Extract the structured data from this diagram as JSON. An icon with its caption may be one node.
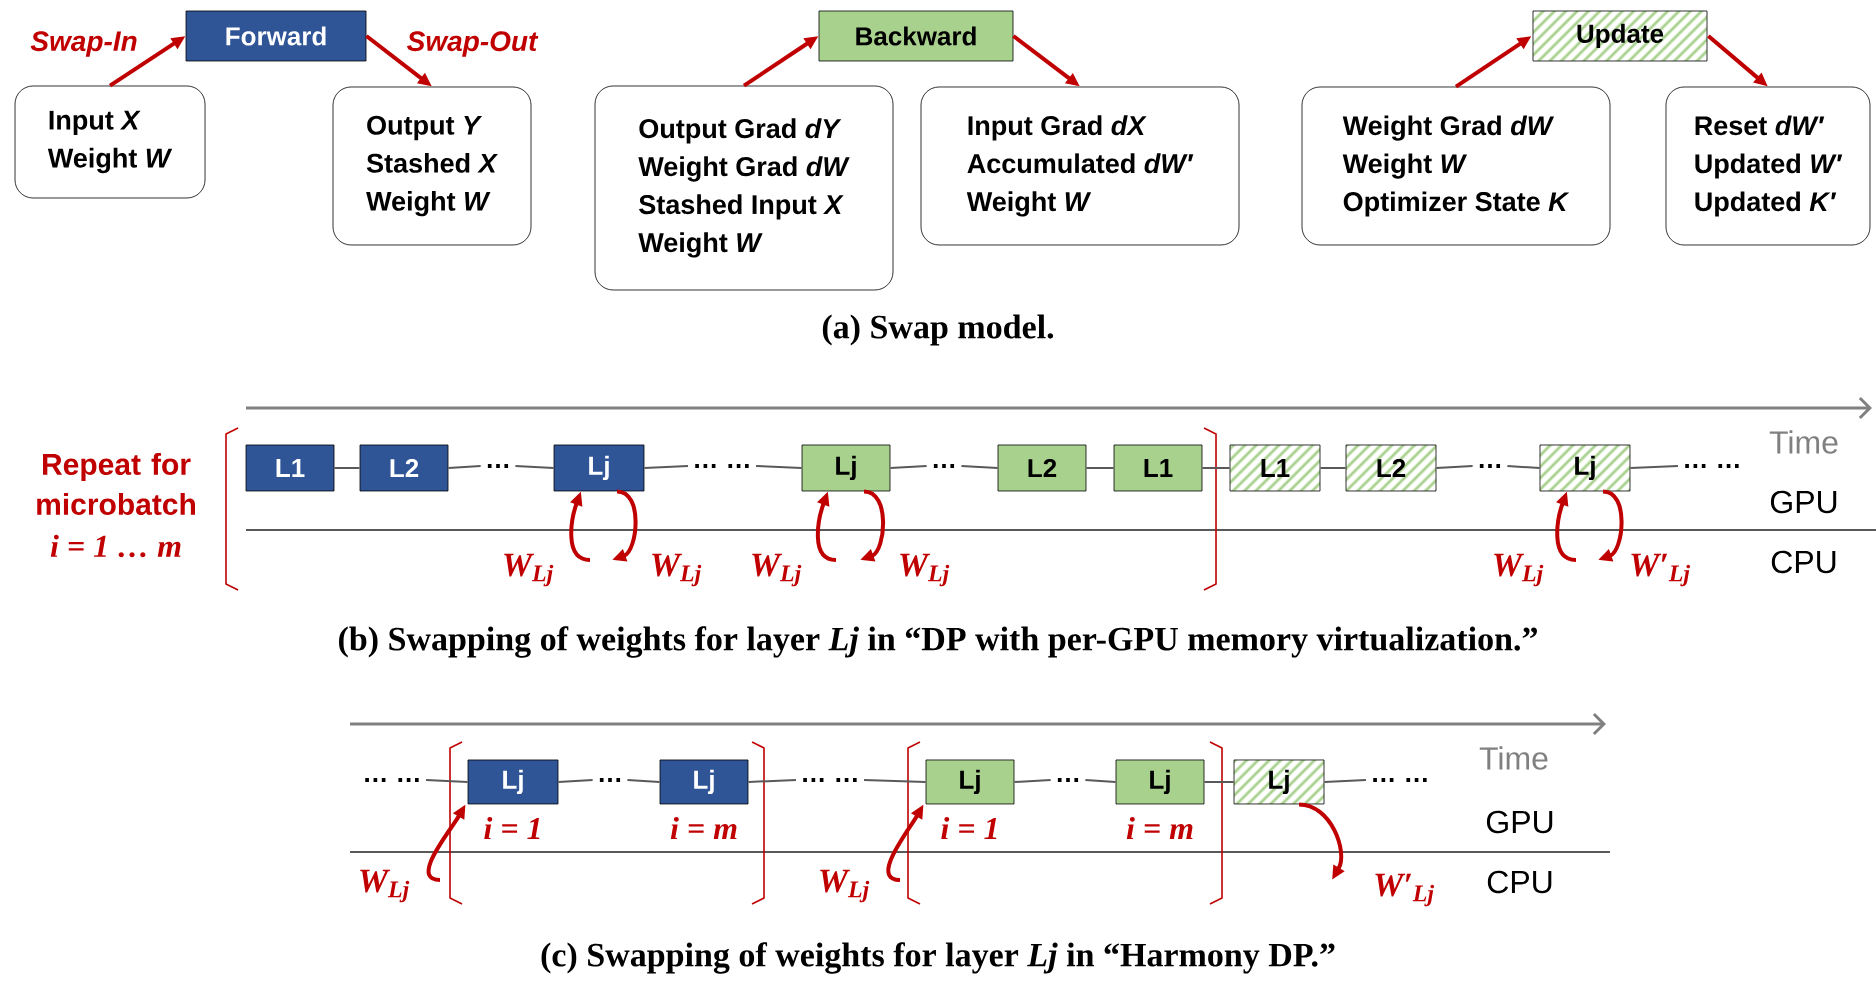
{
  "diagram": {
    "nodes": [
      {
        "text": [
          "Forward"
        ]
      },
      {
        "text": [
          "Input *X*",
          "Weight *W*"
        ]
      },
      {
        "text": [
          "Output *Y*",
          "Stashed *X*",
          "Weight *W*"
        ]
      },
      {
        "text": [
          "Backward"
        ]
      },
      {
        "text": [
          "Output Grad *dY*",
          "Weight Grad *dW*",
          "Stashed Input *X*",
          "Weight *W*"
        ]
      },
      {
        "text": [
          "Input Grad *dX*",
          "Accumulated *dW′*",
          "Weight *W*"
        ]
      },
      {
        "text": [
          "Update"
        ]
      },
      {
        "text": [
          "Weight Grad *dW*",
          "Weight *W*",
          "Optimizer State *K*"
        ]
      },
      {
        "text": [
          "Reset *dW′*",
          "Updated *W′*",
          "Updated *K′*"
        ]
      },
      {
        "text": [
          "L1"
        ]
      },
      {
        "text": [
          "L2"
        ]
      },
      {
        "text": [
          "Lj"
        ]
      },
      {
        "text": [
          "Lj"
        ]
      },
      {
        "text": [
          "L2"
        ]
      },
      {
        "text": [
          "L1"
        ]
      },
      {
        "text": [
          "L1"
        ]
      },
      {
        "text": [
          "L2"
        ]
      },
      {
        "text": [
          "Lj"
        ]
      },
      {
        "text": [
          "Lj"
        ],
        "beside": [
          "i = 1"
        ]
      },
      {
        "text": [
          "Lj"
        ],
        "beside": [
          "i = m"
        ]
      },
      {
        "text": [
          "Lj"
        ],
        "beside": [
          "i = 1"
        ]
      },
      {
        "text": [
          "Lj"
        ],
        "beside": [
          "i = m"
        ]
      },
      {
        "text": [
          "Lj"
        ]
      },
      {
        "text": [
          "…"
        ]
      },
      {
        "text": [
          "… …"
        ]
      },
      {
        "text": [
          "…"
        ]
      },
      {
        "text": [
          "…"
        ]
      },
      {
        "text": [
          "… …"
        ]
      },
      {
        "text": [
          "… …"
        ]
      },
      {
        "text": [
          "…"
        ]
      },
      {
        "text": [
          "… …"
        ]
      },
      {
        "text": [
          "…"
        ]
      },
      {
        "text": [
          "… …"
        ]
      }
    ],
    "edges": [
      {
        "from": 1,
        "to": 0,
        "arrow": "to",
        "label": "Swap-In",
        "color": "#c00000"
      },
      {
        "from": 0,
        "to": 2,
        "arrow": "to",
        "label": "Swap-Out",
        "color": "#c00000"
      },
      {
        "from": 4,
        "to": 3,
        "arrow": "to",
        "color": "#c00000"
      },
      {
        "from": 3,
        "to": 5,
        "arrow": "to",
        "color": "#c00000"
      },
      {
        "from": 7,
        "to": 6,
        "arrow": "to",
        "color": "#c00000"
      },
      {
        "from": 6,
        "to": 8,
        "arrow": "to",
        "color": "#c00000"
      },
      {
        "from": 9,
        "to": 10,
        "arrow": "none"
      },
      {
        "from": 13,
        "to": 14,
        "arrow": "none"
      },
      {
        "from": 14,
        "to": 15,
        "arrow": "none"
      },
      {
        "from": 15,
        "to": 16,
        "arrow": "none"
      },
      {
        "from": null,
        "to": 11,
        "arrow": "to",
        "label": "W$_{Lj}$",
        "color": "#c00000"
      },
      {
        "from": 11,
        "to": null,
        "arrow": "to",
        "label": "W$_{Lj}$",
        "color": "#c00000"
      },
      {
        "from": null,
        "to": 12,
        "arrow": "to",
        "label": "W$_{Lj}$",
        "color": "#c00000"
      },
      {
        "from": 12,
        "to": null,
        "arrow": "to",
        "label": "W$_{Lj}$",
        "color": "#c00000"
      },
      {
        "from": null,
        "to": 17,
        "arrow": "to",
        "label": "W$_{Lj}$",
        "color": "#c00000"
      },
      {
        "from": 17,
        "to": null,
        "arrow": "to",
        "label": "W′$_{Lj}$",
        "color": "#c00000"
      },
      {
        "from": 21,
        "to": 22,
        "arrow": "none"
      },
      {
        "from": null,
        "to": 18,
        "arrow": "to",
        "label": "W$_{Lj}$",
        "color": "#c00000"
      },
      {
        "from": null,
        "to": 20,
        "arrow": "to",
        "label": "W$_{Lj}$",
        "color": "#c00000"
      },
      {
        "from": 22,
        "to": null,
        "arrow": "to",
        "label": "W′$_{Lj}$",
        "color": "#c00000"
      },
      {
        "from": 10,
        "to": 23,
        "arrow": "none"
      },
      {
        "from": 23,
        "to": 11,
        "arrow": "none"
      },
      {
        "from": 11,
        "to": 24,
        "arrow": "none"
      },
      {
        "from": 24,
        "to": 12,
        "arrow": "none"
      },
      {
        "from": 12,
        "to": 25,
        "arrow": "none"
      },
      {
        "from": 25,
        "to": 13,
        "arrow": "none"
      },
      {
        "from": 16,
        "to": 26,
        "arrow": "none"
      },
      {
        "from": 26,
        "to": 17,
        "arrow": "none"
      },
      {
        "from": 17,
        "to": 27,
        "arrow": "none"
      },
      {
        "from": 28,
        "to": 18,
        "arrow": "none"
      },
      {
        "from": 18,
        "to": 29,
        "arrow": "none"
      },
      {
        "from": 29,
        "to": 19,
        "arrow": "none"
      },
      {
        "from": 19,
        "to": 30,
        "arrow": "none"
      },
      {
        "from": 30,
        "to": 20,
        "arrow": "none"
      },
      {
        "from": 20,
        "to": 31,
        "arrow": "none"
      },
      {
        "from": 31,
        "to": 21,
        "arrow": "none"
      },
      {
        "from": 22,
        "to": 32,
        "arrow": "none"
      }
    ],
    "labels": [
      "(a) Swap model.",
      "Time",
      "Repeat for microbatch",
      "i = 1 … m",
      "GPU",
      "CPU",
      "(b) Swapping of weights for layer *Lj* in “DP with per-GPU memory virtualization.”",
      "Time",
      "GPU",
      "CPU",
      "(c) Swapping of weights for layer *Lj* in “Harmony DP.”"
    ]
  }
}
